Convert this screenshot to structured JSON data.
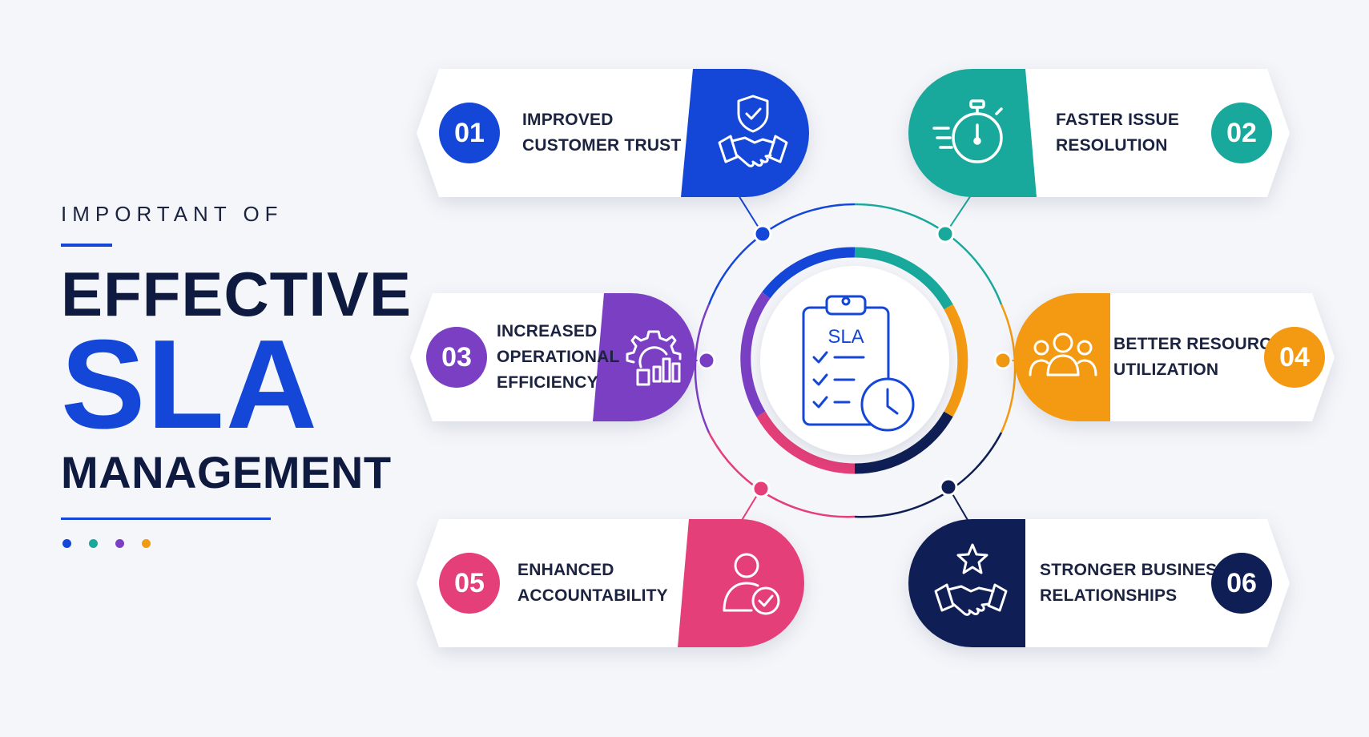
{
  "title": {
    "subtitle": "IMPORTANT OF",
    "line1": "EFFECTIVE",
    "line2": "SLA",
    "line3": "MANAGEMENT",
    "dot_colors": [
      "#1446d8",
      "#19a89c",
      "#7b3fc4",
      "#f39a12"
    ]
  },
  "center": {
    "label": "SLA",
    "icon": "clipboard-checklist-clock-icon"
  },
  "colors": {
    "blue": "#1446d8",
    "teal": "#19a89c",
    "purple": "#7b3fc4",
    "orange": "#f39a12",
    "pink": "#e43f78",
    "navy": "#0f1f55"
  },
  "benefits": [
    {
      "number": "01",
      "label": "IMPROVED\nCUSTOMER TRUST",
      "color": "#1446d8",
      "icon": "shield-handshake-icon"
    },
    {
      "number": "02",
      "label": "FASTER ISSUE\nRESOLUTION",
      "color": "#19a89c",
      "icon": "stopwatch-icon"
    },
    {
      "number": "03",
      "label": "INCREASED\nOPERATIONAL\nEFFICIENCY",
      "color": "#7b3fc4",
      "icon": "gear-chart-icon"
    },
    {
      "number": "04",
      "label": "BETTER RESOURCE\nUTILIZATION",
      "color": "#f39a12",
      "icon": "team-group-icon"
    },
    {
      "number": "05",
      "label": "ENHANCED\nACCOUNTABILITY",
      "color": "#e43f78",
      "icon": "user-check-icon"
    },
    {
      "number": "06",
      "label": "STRONGER BUSINESS\nRELATIONSHIPS",
      "color": "#0f1f55",
      "icon": "star-handshake-icon"
    }
  ]
}
